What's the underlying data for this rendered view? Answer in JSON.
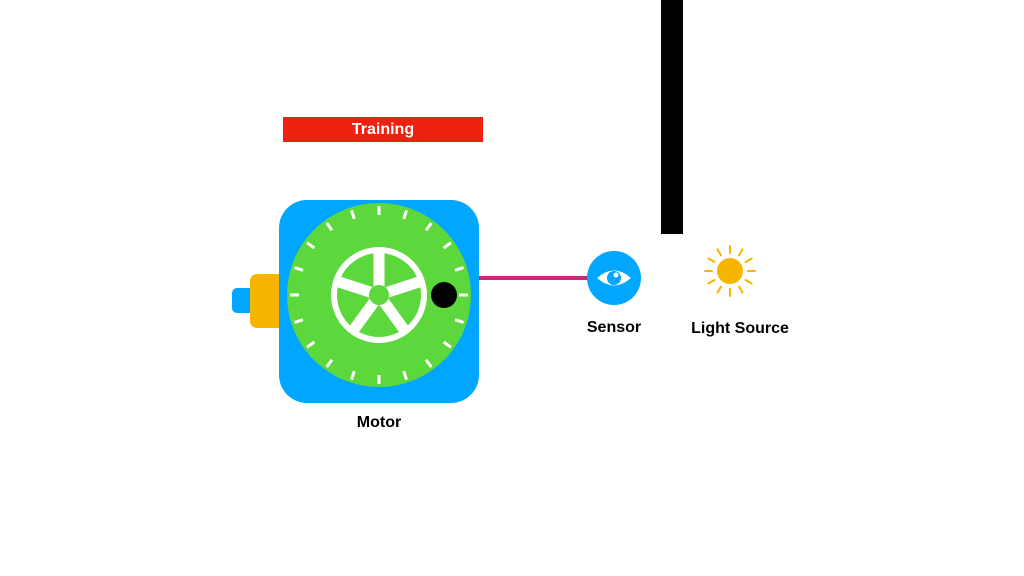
{
  "banner": {
    "label": "Training",
    "color": "#ee2010"
  },
  "components": {
    "motor": {
      "label": "Motor",
      "icon": "gear-wheel-icon"
    },
    "sensor": {
      "label": "Sensor",
      "icon": "eye-icon"
    },
    "light_source": {
      "label": "Light Source",
      "icon": "sun-icon"
    }
  },
  "colors": {
    "motor_body": "#00a6ff",
    "gear": "#5dd83c",
    "coupler": "#f7b500",
    "wire": "#c8287a",
    "sun": "#f7b500",
    "wall": "#000000"
  }
}
